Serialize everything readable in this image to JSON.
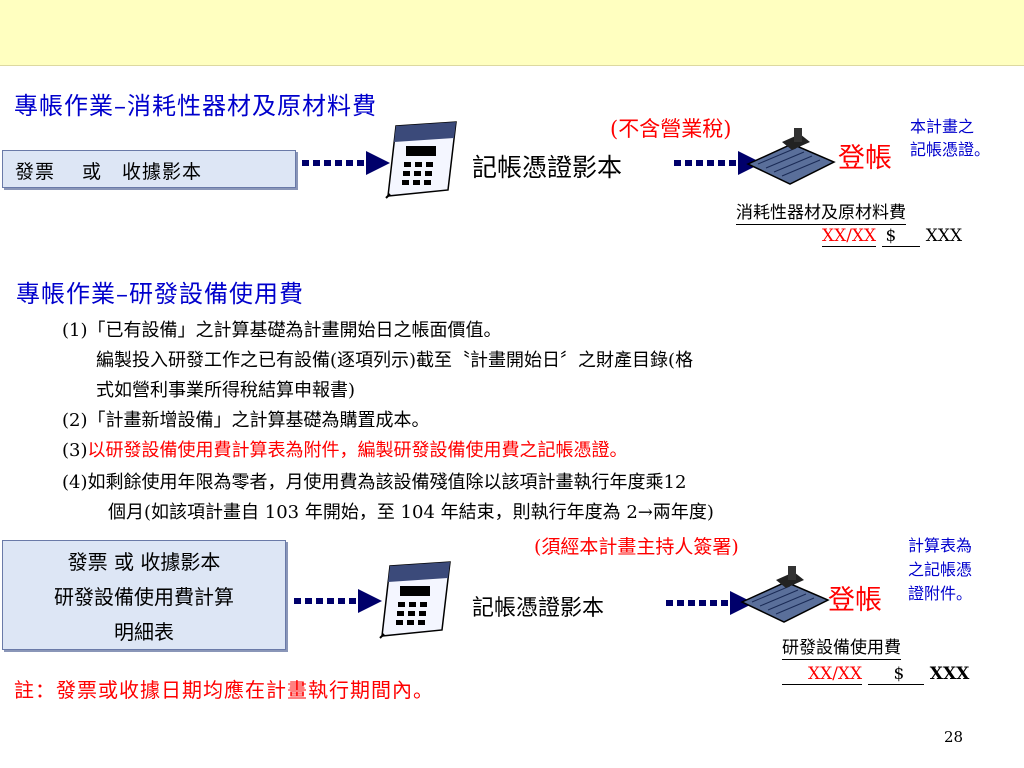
{
  "slide": {
    "page_number": "28"
  },
  "section1": {
    "heading": "專帳作業–消耗性器材及原材料費",
    "source_box": "發票 　或　收據影本",
    "voucher_label": "記帳憑證影本",
    "tax_note": "(不含營業稅)",
    "post_label": "登帳",
    "post_note_line1": "本計畫之",
    "post_note_line2": "記帳憑證。",
    "ledger_title": "消耗性器材及原材料費",
    "ledger_date": "XX/XX",
    "ledger_currency": "$",
    "ledger_amount": "XXX"
  },
  "section2": {
    "heading": "專帳作業–研發設備使用費",
    "item1_a": "(1)「已有設備」之計算基礎為計畫開始日之帳面價值。",
    "item1_b": "編製投入研發工作之已有設備(逐項列示)截至〝計畫開始日〞之財產目錄(格",
    "item1_c": "式如營利事業所得稅結算申報書)",
    "item2": "(2)「計畫新增設備」之計算基礎為購置成本。",
    "item3_prefix": "(3)",
    "item3_red": "以研發設備使用費計算表為附件，編製研發設備使用費之記帳憑證。",
    "item4_a": "(4)如剩餘使用年限為零者，月使用費為該設備殘值除以該項計畫執行年度乘12",
    "item4_b": "個月(如該項計畫自 103 年開始，至 104 年結束，則執行年度為 2→兩年度)",
    "sign_note": "(須經本計畫主持人簽署)",
    "source_line1": "發票 或 收據影本",
    "source_line2": "研發設備使用費計算",
    "source_line3": "明細表",
    "voucher_label": "記帳憑證影本",
    "post_label": "登帳",
    "post_note_line1": "計算表為",
    "post_note_line2": "之記帳憑",
    "post_note_line3": "證附件。",
    "ledger_title": "研發設備使用費",
    "ledger_date": "XX/XX",
    "ledger_currency": "$",
    "ledger_amount": "XXX"
  },
  "footnote": "註：發票或收據日期均應在計畫執行期間內。",
  "colors": {
    "heading": "#0000cc",
    "highlight": "#ff0000",
    "topbar": "#ffffc0",
    "box_fill": "#dde6f5"
  },
  "icons": [
    "dotted-arrow-icon",
    "document-fax-icon",
    "desk-phone-icon"
  ]
}
